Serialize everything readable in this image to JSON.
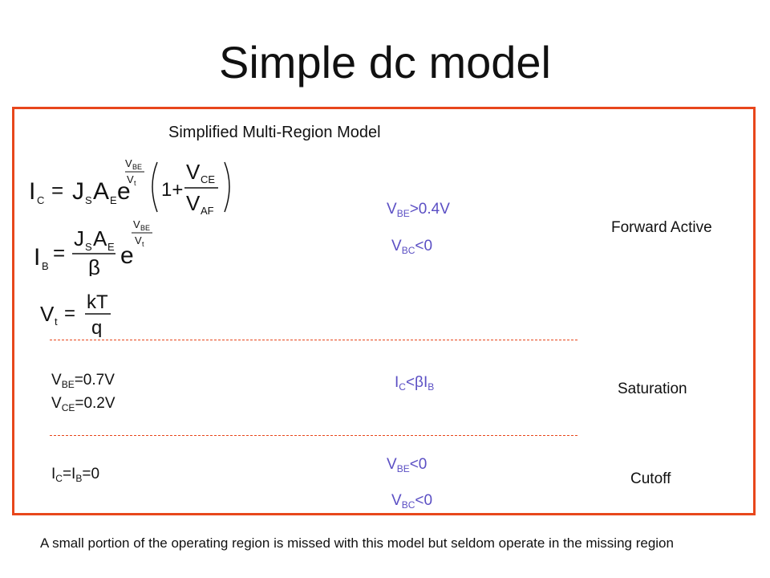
{
  "slide": {
    "title": "Simple dc model",
    "subtitle": "Simplified Multi-Region Model",
    "footnote": "A small portion of the operating region is missed with this model but seldom operate in the missing region"
  },
  "equations": {
    "ic": "I_C = J_S A_E e^(V_BE/V_t) (1 + V_CE/V_AF)",
    "ib": "I_B = (J_S A_E / β) e^(V_BE/V_t)",
    "vt": "V_t = kT/q"
  },
  "forward_active": {
    "region": "Forward Active",
    "cond1": {
      "var": "V",
      "sub": "BE",
      "rel": ">0.4V"
    },
    "cond2": {
      "var": "V",
      "sub": "BC",
      "rel": "<0"
    }
  },
  "saturation": {
    "region": "Saturation",
    "vbe": {
      "var": "V",
      "sub": "BE",
      "rel": "=0.7V"
    },
    "vce": {
      "var": "V",
      "sub": "CE",
      "rel": "=0.2V"
    },
    "cond": {
      "var": "I",
      "sub": "C",
      "mid": "<βI",
      "sub2": "B"
    }
  },
  "cutoff": {
    "region": "Cutoff",
    "currents": {
      "var": "I",
      "sub": "C",
      "mid": "=I",
      "sub2": "B",
      "rel": "=0"
    },
    "cond1": {
      "var": "V",
      "sub": "BE",
      "rel": "<0"
    },
    "cond2": {
      "var": "V",
      "sub": "BC",
      "rel": "<0"
    }
  }
}
